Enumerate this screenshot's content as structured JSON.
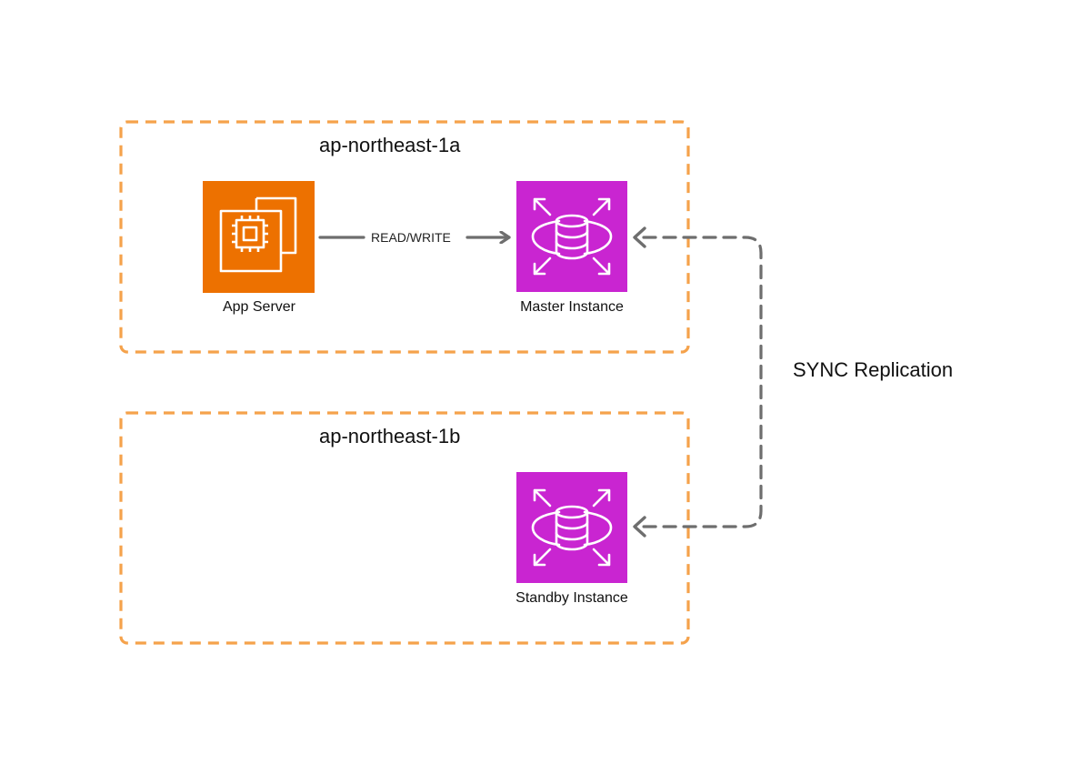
{
  "colors": {
    "zone_border": "#F5A24B",
    "compute": "#ED7100",
    "database": "#C925D1",
    "connector": "#6E6E6E",
    "icon_stroke": "#FFFFFF"
  },
  "zones": [
    {
      "title": "ap-northeast-1a"
    },
    {
      "title": "ap-northeast-1b"
    }
  ],
  "nodes": {
    "app_server": {
      "label": "App Server",
      "icon": "ec2-instance-icon"
    },
    "master": {
      "label": "Master Instance",
      "icon": "rds-database-icon"
    },
    "standby": {
      "label": "Standby Instance",
      "icon": "rds-database-icon"
    }
  },
  "edges": {
    "read_write": {
      "label": "READ/WRITE"
    },
    "replication": {
      "label": "SYNC Replication"
    }
  }
}
